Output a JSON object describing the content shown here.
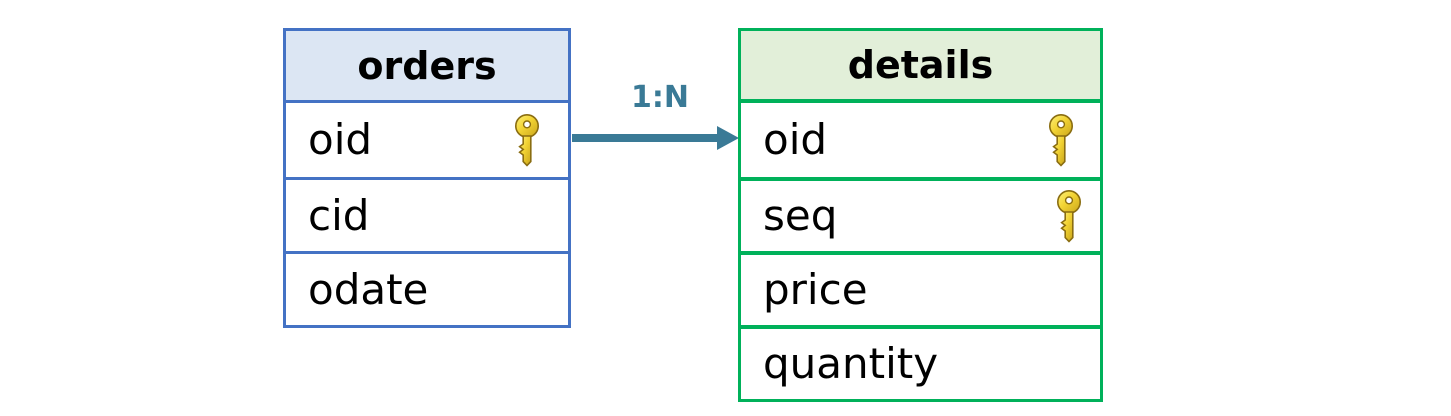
{
  "diagram": {
    "type": "entity-relationship-diagram",
    "background": "#ffffff",
    "entities": [
      {
        "id": "orders",
        "title": "orders",
        "accent_color": "#4472c4",
        "header_fill": "#dce6f3",
        "attributes": [
          {
            "name": "oid",
            "key_icon": "key-icon",
            "is_key": true
          },
          {
            "name": "cid",
            "key_icon": "",
            "is_key": false
          },
          {
            "name": "odate",
            "key_icon": "",
            "is_key": false
          }
        ]
      },
      {
        "id": "details",
        "title": "details",
        "accent_color": "#00b15a",
        "header_fill": "#e2efd9",
        "attributes": [
          {
            "name": "oid",
            "key_icon": "key-icon",
            "is_key": true
          },
          {
            "name": "seq",
            "key_icon": "key-icon",
            "is_key": true
          },
          {
            "name": "price",
            "key_icon": "",
            "is_key": false
          },
          {
            "name": "quantity",
            "key_icon": "",
            "is_key": false
          }
        ]
      }
    ],
    "relationship": {
      "label": "1:N",
      "color": "#3a7a96",
      "from_entity": "orders",
      "from_attribute": "oid",
      "to_entity": "details",
      "to_attribute": "oid",
      "arrow_icon": "arrow-right-icon"
    }
  }
}
